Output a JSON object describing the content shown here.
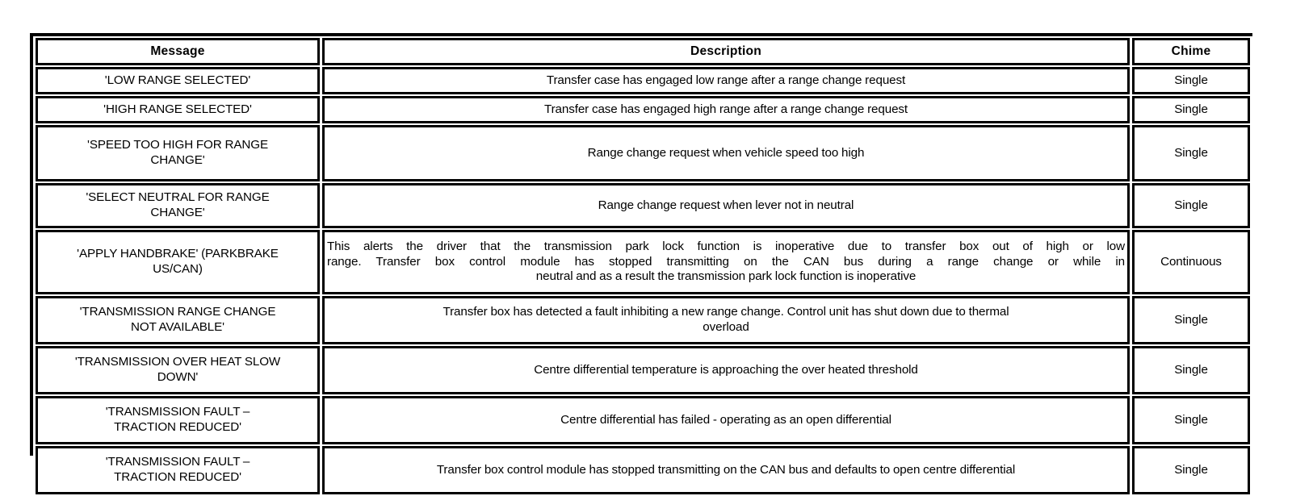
{
  "table": {
    "columns": [
      {
        "key": "message",
        "label": "Message"
      },
      {
        "key": "description",
        "label": "Description"
      },
      {
        "key": "chime",
        "label": "Chime"
      }
    ],
    "rows": [
      {
        "message_line1": "'LOW RANGE SELECTED'",
        "message_line2": "",
        "description": "Transfer case has engaged low range after a range change request",
        "chime": "Single"
      },
      {
        "message_line1": "'HIGH RANGE SELECTED'",
        "message_line2": "",
        "description": "Transfer case has engaged high range after a range change request",
        "chime": "Single"
      },
      {
        "message_line1": "'SPEED TOO HIGH FOR RANGE",
        "message_line2": "CHANGE'",
        "description": "Range change request when vehicle speed too high",
        "chime": "Single"
      },
      {
        "message_line1": "'SELECT NEUTRAL FOR RANGE",
        "message_line2": "CHANGE'",
        "description": "Range change request when lever not in neutral",
        "chime": "Single"
      },
      {
        "message_line1": "'APPLY HANDBRAKE' (PARKBRAKE",
        "message_line2": "US/CAN)",
        "description": "This alerts the driver that the transmission park lock function is inoperative due to transfer box out of high or low range. Transfer box control module has stopped transmitting on the CAN bus during a range change or while in neutral and as a result the transmission park lock function is inoperative",
        "description_line1": "This alerts the driver that the transmission park lock function is inoperative due to transfer box out of high or low",
        "description_line2": "range. Transfer box control module has stopped transmitting on the CAN bus during a range change or while in",
        "description_line3": "neutral and as a result the transmission park lock function is inoperative",
        "chime": "Continuous"
      },
      {
        "message_line1": "'TRANSMISSION RANGE CHANGE",
        "message_line2": "NOT AVAILABLE'",
        "description": "Transfer box has detected a fault inhibiting a new range change. Control unit has shut down due to thermal overload",
        "description_line1": "Transfer box has detected a fault inhibiting a new range change. Control unit has shut down due to thermal",
        "description_line2": "overload",
        "chime": "Single"
      },
      {
        "message_line1": "'TRANSMISSION OVER HEAT SLOW",
        "message_line2": "DOWN'",
        "description": "Centre differential temperature is approaching the over heated threshold",
        "chime": "Single"
      },
      {
        "message_line1": "'TRANSMISSION FAULT –",
        "message_line2": "TRACTION REDUCED'",
        "description": "Centre differential has failed - operating as an open differential",
        "chime": "Single"
      },
      {
        "message_line1": "'TRANSMISSION FAULT –",
        "message_line2": "TRACTION REDUCED'",
        "description": "Transfer box control module has stopped transmitting on the CAN bus and defaults to open centre differential",
        "chime": "Single"
      }
    ]
  }
}
